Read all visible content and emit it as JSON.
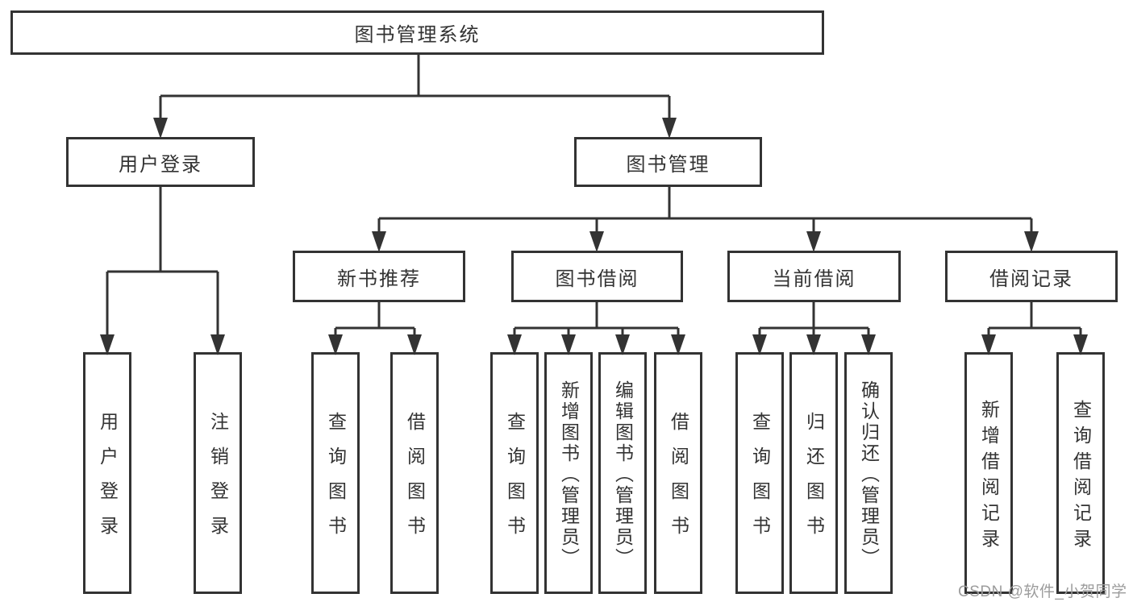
{
  "colors": {
    "line": "#333333",
    "box_border": "#333333",
    "box_background": "#ffffff",
    "text": "#333333",
    "watermark_text": "#9c9c9c",
    "page_background": "#ffffff"
  },
  "tree": {
    "root": "图书管理系统",
    "branches": [
      {
        "label": "用户登录",
        "children": [
          "用户登录",
          "注销登录"
        ]
      },
      {
        "label": "图书管理",
        "sections": [
          {
            "label": "新书推荐",
            "children": [
              "查询图书",
              "借阅图书"
            ]
          },
          {
            "label": "图书借阅",
            "children": [
              "查询图书",
              "新增图书（管理员）",
              "编辑图书（管理员）",
              "借阅图书"
            ]
          },
          {
            "label": "当前借阅",
            "children": [
              "查询图书",
              "归还图书",
              "确认归还（管理员）"
            ]
          },
          {
            "label": "借阅记录",
            "children": [
              "新增借阅记录",
              "查询借阅记录"
            ]
          }
        ]
      }
    ]
  },
  "watermark": {
    "text": "CSDN @软件_小贺同学"
  }
}
